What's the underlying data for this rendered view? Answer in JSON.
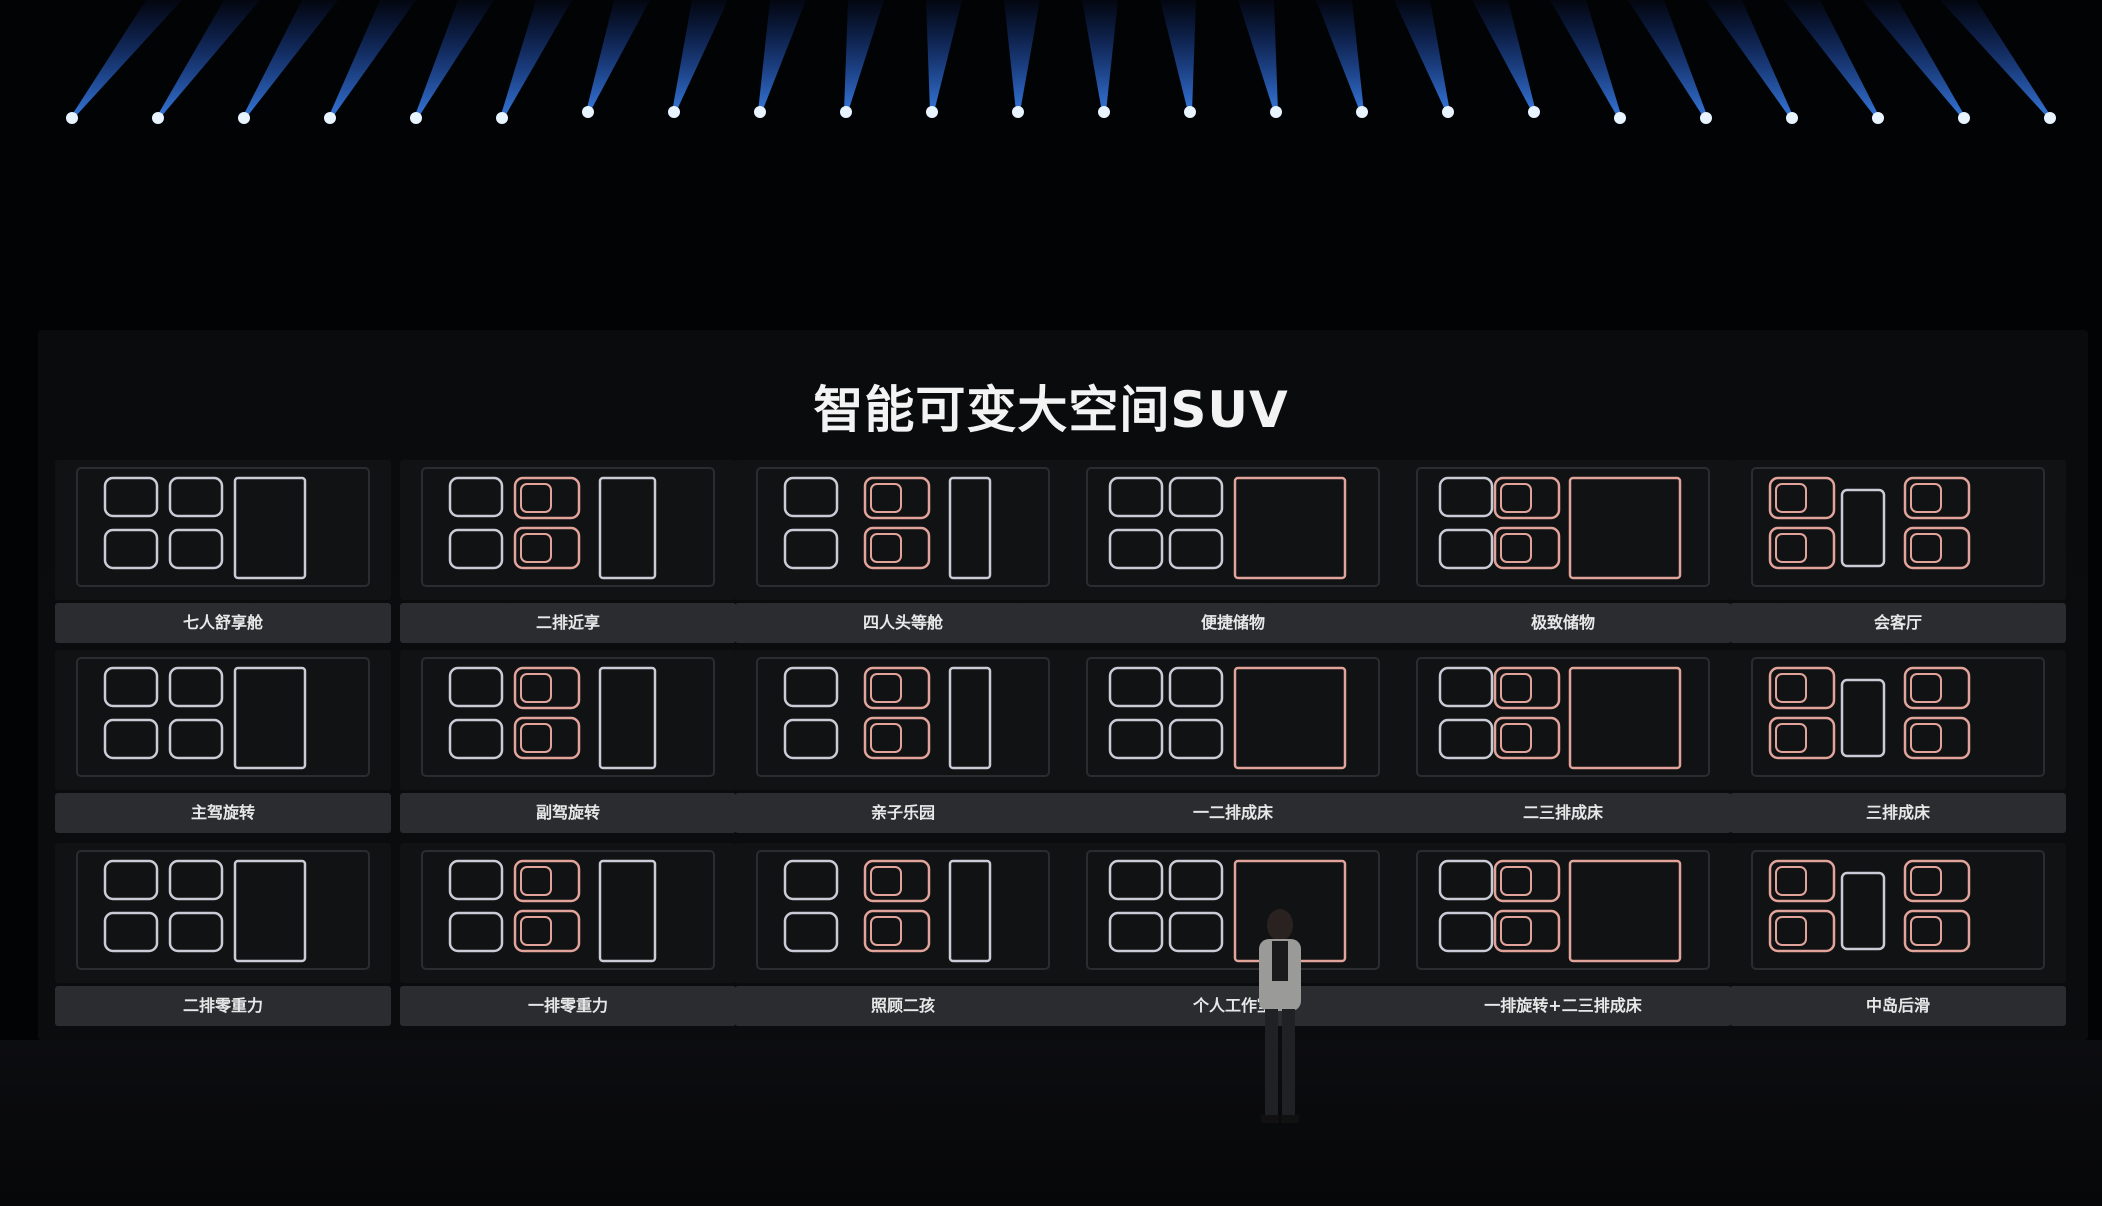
{
  "title": "智能可变大空间SUV",
  "colors": {
    "seat_white": "#c9ccd6",
    "seat_rose": "#e2a49a",
    "background": "#020305",
    "beam_blue": "#2f7bff"
  },
  "layouts": [
    {
      "label": "七人舒享舱"
    },
    {
      "label": "二排近享"
    },
    {
      "label": "四人头等舱"
    },
    {
      "label": "便捷储物"
    },
    {
      "label": "极致储物"
    },
    {
      "label": "会客厅"
    },
    {
      "label": "主驾旋转"
    },
    {
      "label": "副驾旋转"
    },
    {
      "label": "亲子乐园"
    },
    {
      "label": "一二排成床"
    },
    {
      "label": "二三排成床"
    },
    {
      "label": "三排成床"
    },
    {
      "label": "二排零重力"
    },
    {
      "label": "一排零重力"
    },
    {
      "label": "照顾二孩"
    },
    {
      "label": "个人工作室"
    },
    {
      "label": "一排旋转+二三排成床"
    },
    {
      "label": "中岛后滑"
    }
  ]
}
